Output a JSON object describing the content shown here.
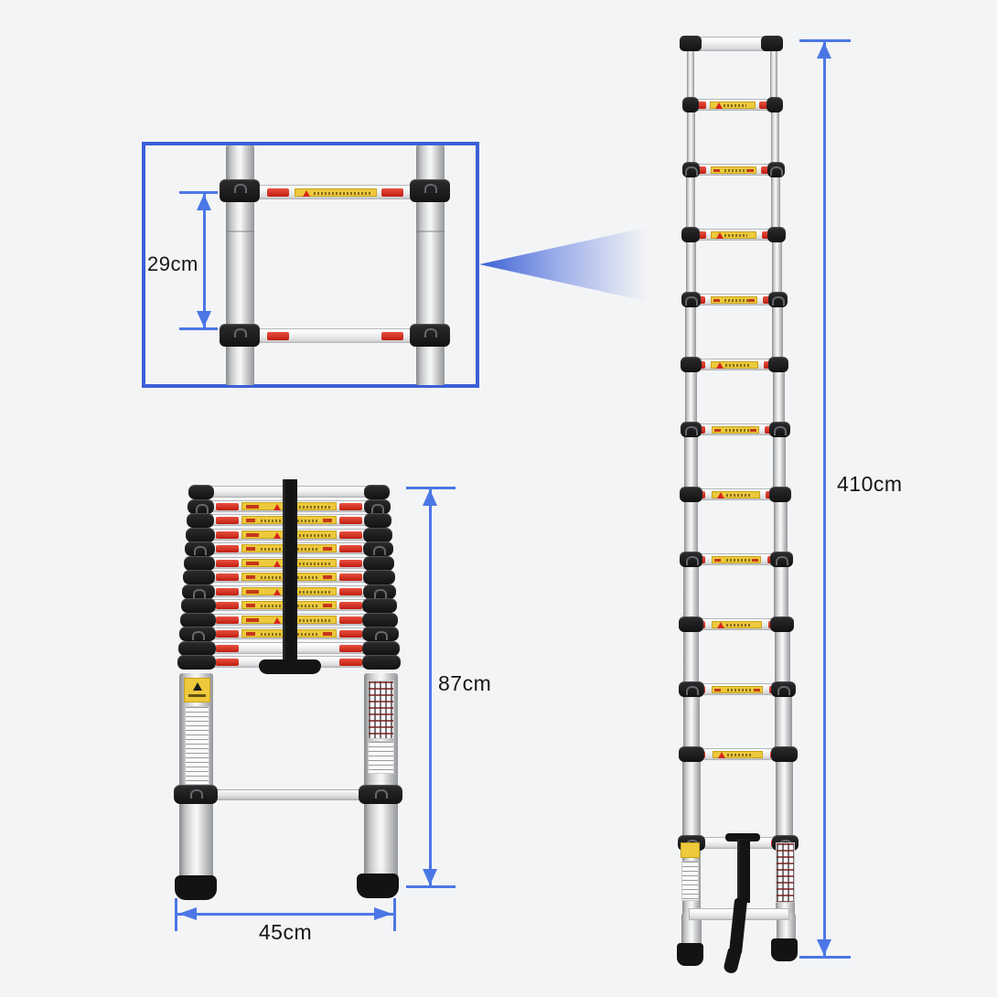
{
  "page": {
    "background": "#f3f4f5"
  },
  "palette": {
    "accent_blue_box": "#3b60d6",
    "accent_blue_dim": "#4b77e6",
    "label_yellow": "#edc93b",
    "label_yellow_border": "#c7a31c",
    "clip_red": "#d6271c",
    "hardware_black": "#161617",
    "aluminum_light": "#f3f4f4",
    "aluminum_dark": "#95979a",
    "text_black": "#161616"
  },
  "dimensions": {
    "rung_spacing": "29cm",
    "extended_height": "410cm",
    "collapsed_height": "87cm",
    "collapsed_width": "45cm"
  },
  "product": {
    "kind": "telescopic aluminum ladder",
    "extended_bar_count": 14,
    "collapsed_stacked_bar_count": 13,
    "icons": [
      "warning-label",
      "lock-clip",
      "rail-collar",
      "rubber-foot",
      "velcro-strap"
    ]
  }
}
